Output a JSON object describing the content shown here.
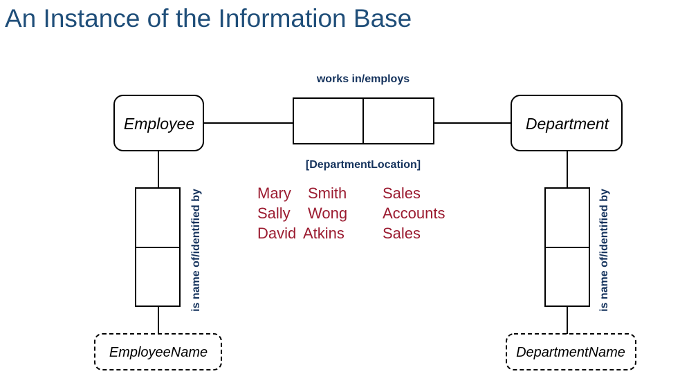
{
  "title": "An Instance of the Information Base",
  "diagram": {
    "entities": {
      "employee": "Employee",
      "department": "Department"
    },
    "value_types": {
      "employee_name": "EmployeeName",
      "department_name": "DepartmentName"
    },
    "fact_types": {
      "works_in": {
        "reading": "works in/employs",
        "objectified_name": "[DepartmentLocation]"
      },
      "employee_name": {
        "reading": "is name of/identified by"
      },
      "department_name": {
        "reading": "is name of/identified by"
      }
    },
    "population": {
      "rows": [
        {
          "first": "Mary",
          "last": "Smith",
          "department": "Sales"
        },
        {
          "first": "Sally",
          "last": "Wong",
          "department": "Accounts"
        },
        {
          "first": "David",
          "last": "Atkins",
          "department": "Sales"
        }
      ]
    }
  },
  "colors": {
    "title": "#1f4e79",
    "role_label": "#14325c",
    "population": "#9b1b30"
  }
}
